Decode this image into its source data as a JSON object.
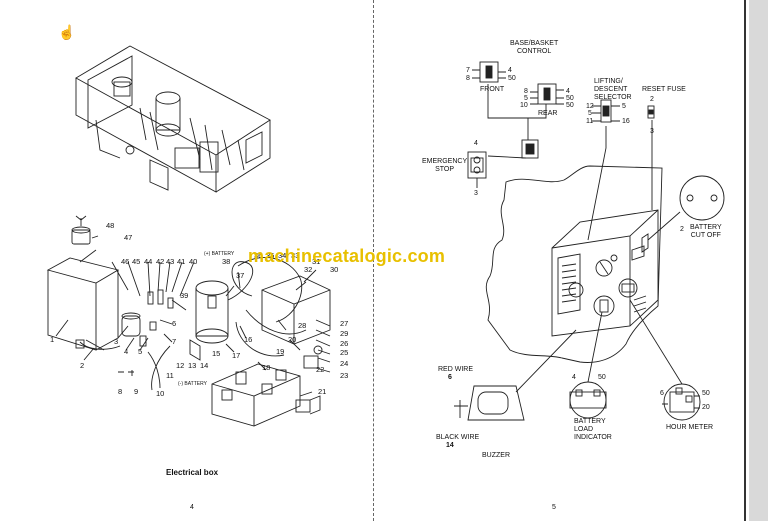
{
  "left_page": {
    "caption": "Electrical box",
    "page_number": "4",
    "callouts": [
      "48",
      "47",
      "46",
      "45",
      "44",
      "42",
      "43",
      "41",
      "40",
      "39",
      "38",
      "37",
      "36",
      "35",
      "34",
      "33",
      "31",
      "30",
      "1",
      "2",
      "3",
      "4",
      "5",
      "6",
      "7",
      "8",
      "9",
      "10",
      "11",
      "12",
      "13",
      "14",
      "15",
      "16",
      "17",
      "18",
      "19",
      "20",
      "21",
      "22",
      "23",
      "24",
      "25",
      "26",
      "27",
      "28",
      "29",
      "32"
    ],
    "battery_plus": "(+) BATTERY",
    "battery_minus": "(-) BATTERY"
  },
  "right_page": {
    "page_number": "5",
    "base_basket_control": "BASE/BASKET\nCONTROL",
    "front": "FRONT",
    "rear": "REAR",
    "lifting_descent_selector": "LIFTING/\nDESCENT\nSELECTOR",
    "reset_fuse": "RESET FUSE",
    "emergency_stop": "EMERGENCY\nSTOP",
    "battery_cut_off": "BATTERY\nCUT OFF",
    "red_wire": "RED WIRE",
    "red_wire_no": "6",
    "black_wire": "BLACK WIRE",
    "black_wire_no": "14",
    "buzzer": "BUZZER",
    "battery_load_indicator": "BATTERY\nLOAD\nINDICATOR",
    "hour_meter": "HOUR METER"
  },
  "watermark": "machinecatalogic.com",
  "icons": {
    "hand": "hand-cursor-icon"
  }
}
